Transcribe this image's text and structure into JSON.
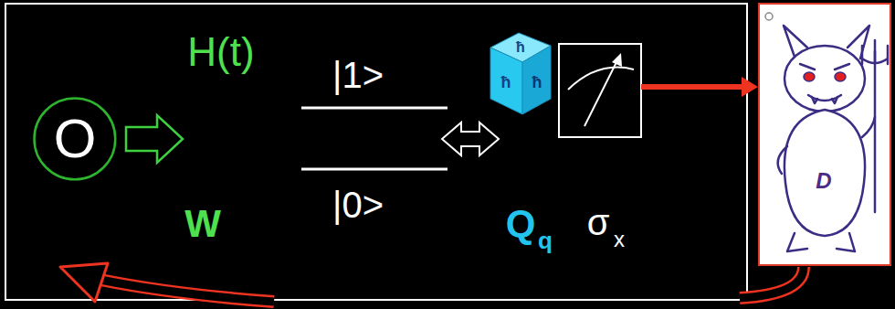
{
  "diagram": {
    "nodes": [
      {
        "text": [
          "O"
        ]
      }
    ],
    "labels": [
      "H(t)",
      "W",
      "|1>",
      "|0>",
      "ħ",
      "ħ",
      "ħ",
      "Q",
      "q",
      "σ",
      "x",
      "D"
    ]
  }
}
